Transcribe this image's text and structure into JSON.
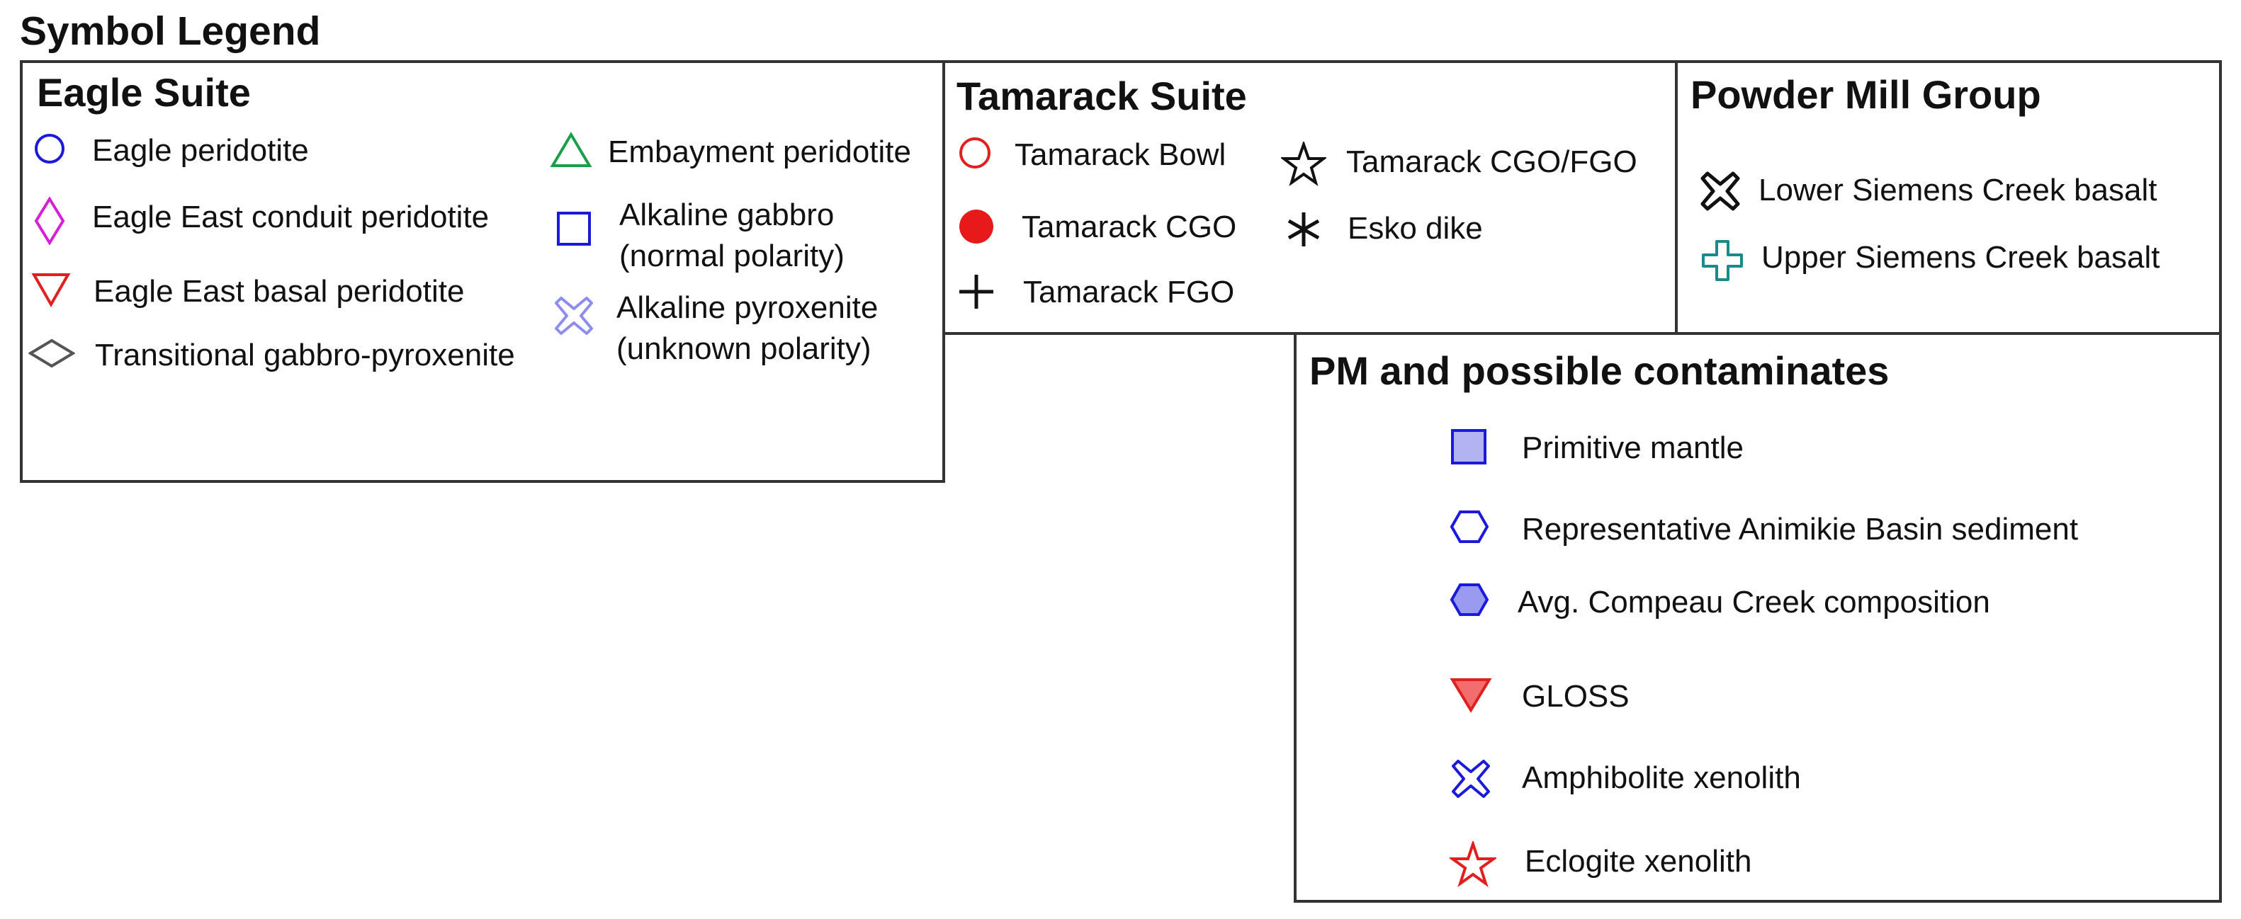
{
  "legend_title": "Symbol Legend",
  "eagle": {
    "title": "Eagle Suite",
    "items": [
      {
        "label": "Eagle peridotite",
        "icon": "open-circle-icon",
        "color": "#1a1adb"
      },
      {
        "label": "Eagle East conduit peridotite",
        "icon": "open-diamond-icon",
        "color": "#d61fd6"
      },
      {
        "label": "Eagle East basal peridotite",
        "icon": "open-down-triangle-icon",
        "color": "#e0201f"
      },
      {
        "label": "Transitional gabbro-pyroxenite",
        "icon": "open-horizontal-diamond-icon",
        "color": "#555555"
      },
      {
        "label": "Embayment peridotite",
        "icon": "open-triangle-icon",
        "color": "#1a9e4a"
      },
      {
        "label_line1": "Alkaline gabbro",
        "label_line2": "(normal polarity)",
        "icon": "open-square-icon",
        "color": "#1a1adb"
      },
      {
        "label_line1": "Alkaline pyroxenite",
        "label_line2": "(unknown polarity)",
        "icon": "x-mark-icon",
        "color": "#8d8df0"
      }
    ]
  },
  "tamarack": {
    "title": "Tamarack Suite",
    "items": [
      {
        "label": "Tamarack Bowl",
        "icon": "open-circle-icon",
        "color": "#e0201f"
      },
      {
        "label": "Tamarack CGO",
        "icon": "filled-circle-icon",
        "color": "#e8191b"
      },
      {
        "label": "Tamarack FGO",
        "icon": "plus-icon",
        "color": "#111111"
      },
      {
        "label": "Tamarack CGO/FGO",
        "icon": "open-star-icon",
        "color": "#111111"
      },
      {
        "label": "Esko dike",
        "icon": "asterisk-icon",
        "color": "#111111"
      }
    ]
  },
  "powder_mill": {
    "title": "Powder Mill Group",
    "items": [
      {
        "label": "Lower Siemens Creek basalt",
        "icon": "x-mark-icon",
        "color": "#111111"
      },
      {
        "label": "Upper Siemens Creek basalt",
        "icon": "open-cross-icon",
        "color": "#1a8a8a"
      }
    ]
  },
  "pm": {
    "title": "PM and possible contaminates",
    "items": [
      {
        "label": "Primitive mantle",
        "icon": "filled-square-icon",
        "color": "#1a1adb",
        "fill": "#b3b3f2"
      },
      {
        "label": "Representative Animikie Basin sediment",
        "icon": "open-hexagon-icon",
        "color": "#1a1adb"
      },
      {
        "label": "Avg. Compeau Creek composition",
        "icon": "filled-hexagon-icon",
        "color": "#1a1adb",
        "fill": "#9a9af0"
      },
      {
        "label": "GLOSS",
        "icon": "filled-down-triangle-icon",
        "color": "#e0201f",
        "fill": "#f26d6d"
      },
      {
        "label": "Amphibolite xenolith",
        "icon": "x-mark-icon",
        "color": "#1a1adb"
      },
      {
        "label": "Eclogite xenolith",
        "icon": "open-star-icon",
        "color": "#e0201f"
      }
    ]
  }
}
